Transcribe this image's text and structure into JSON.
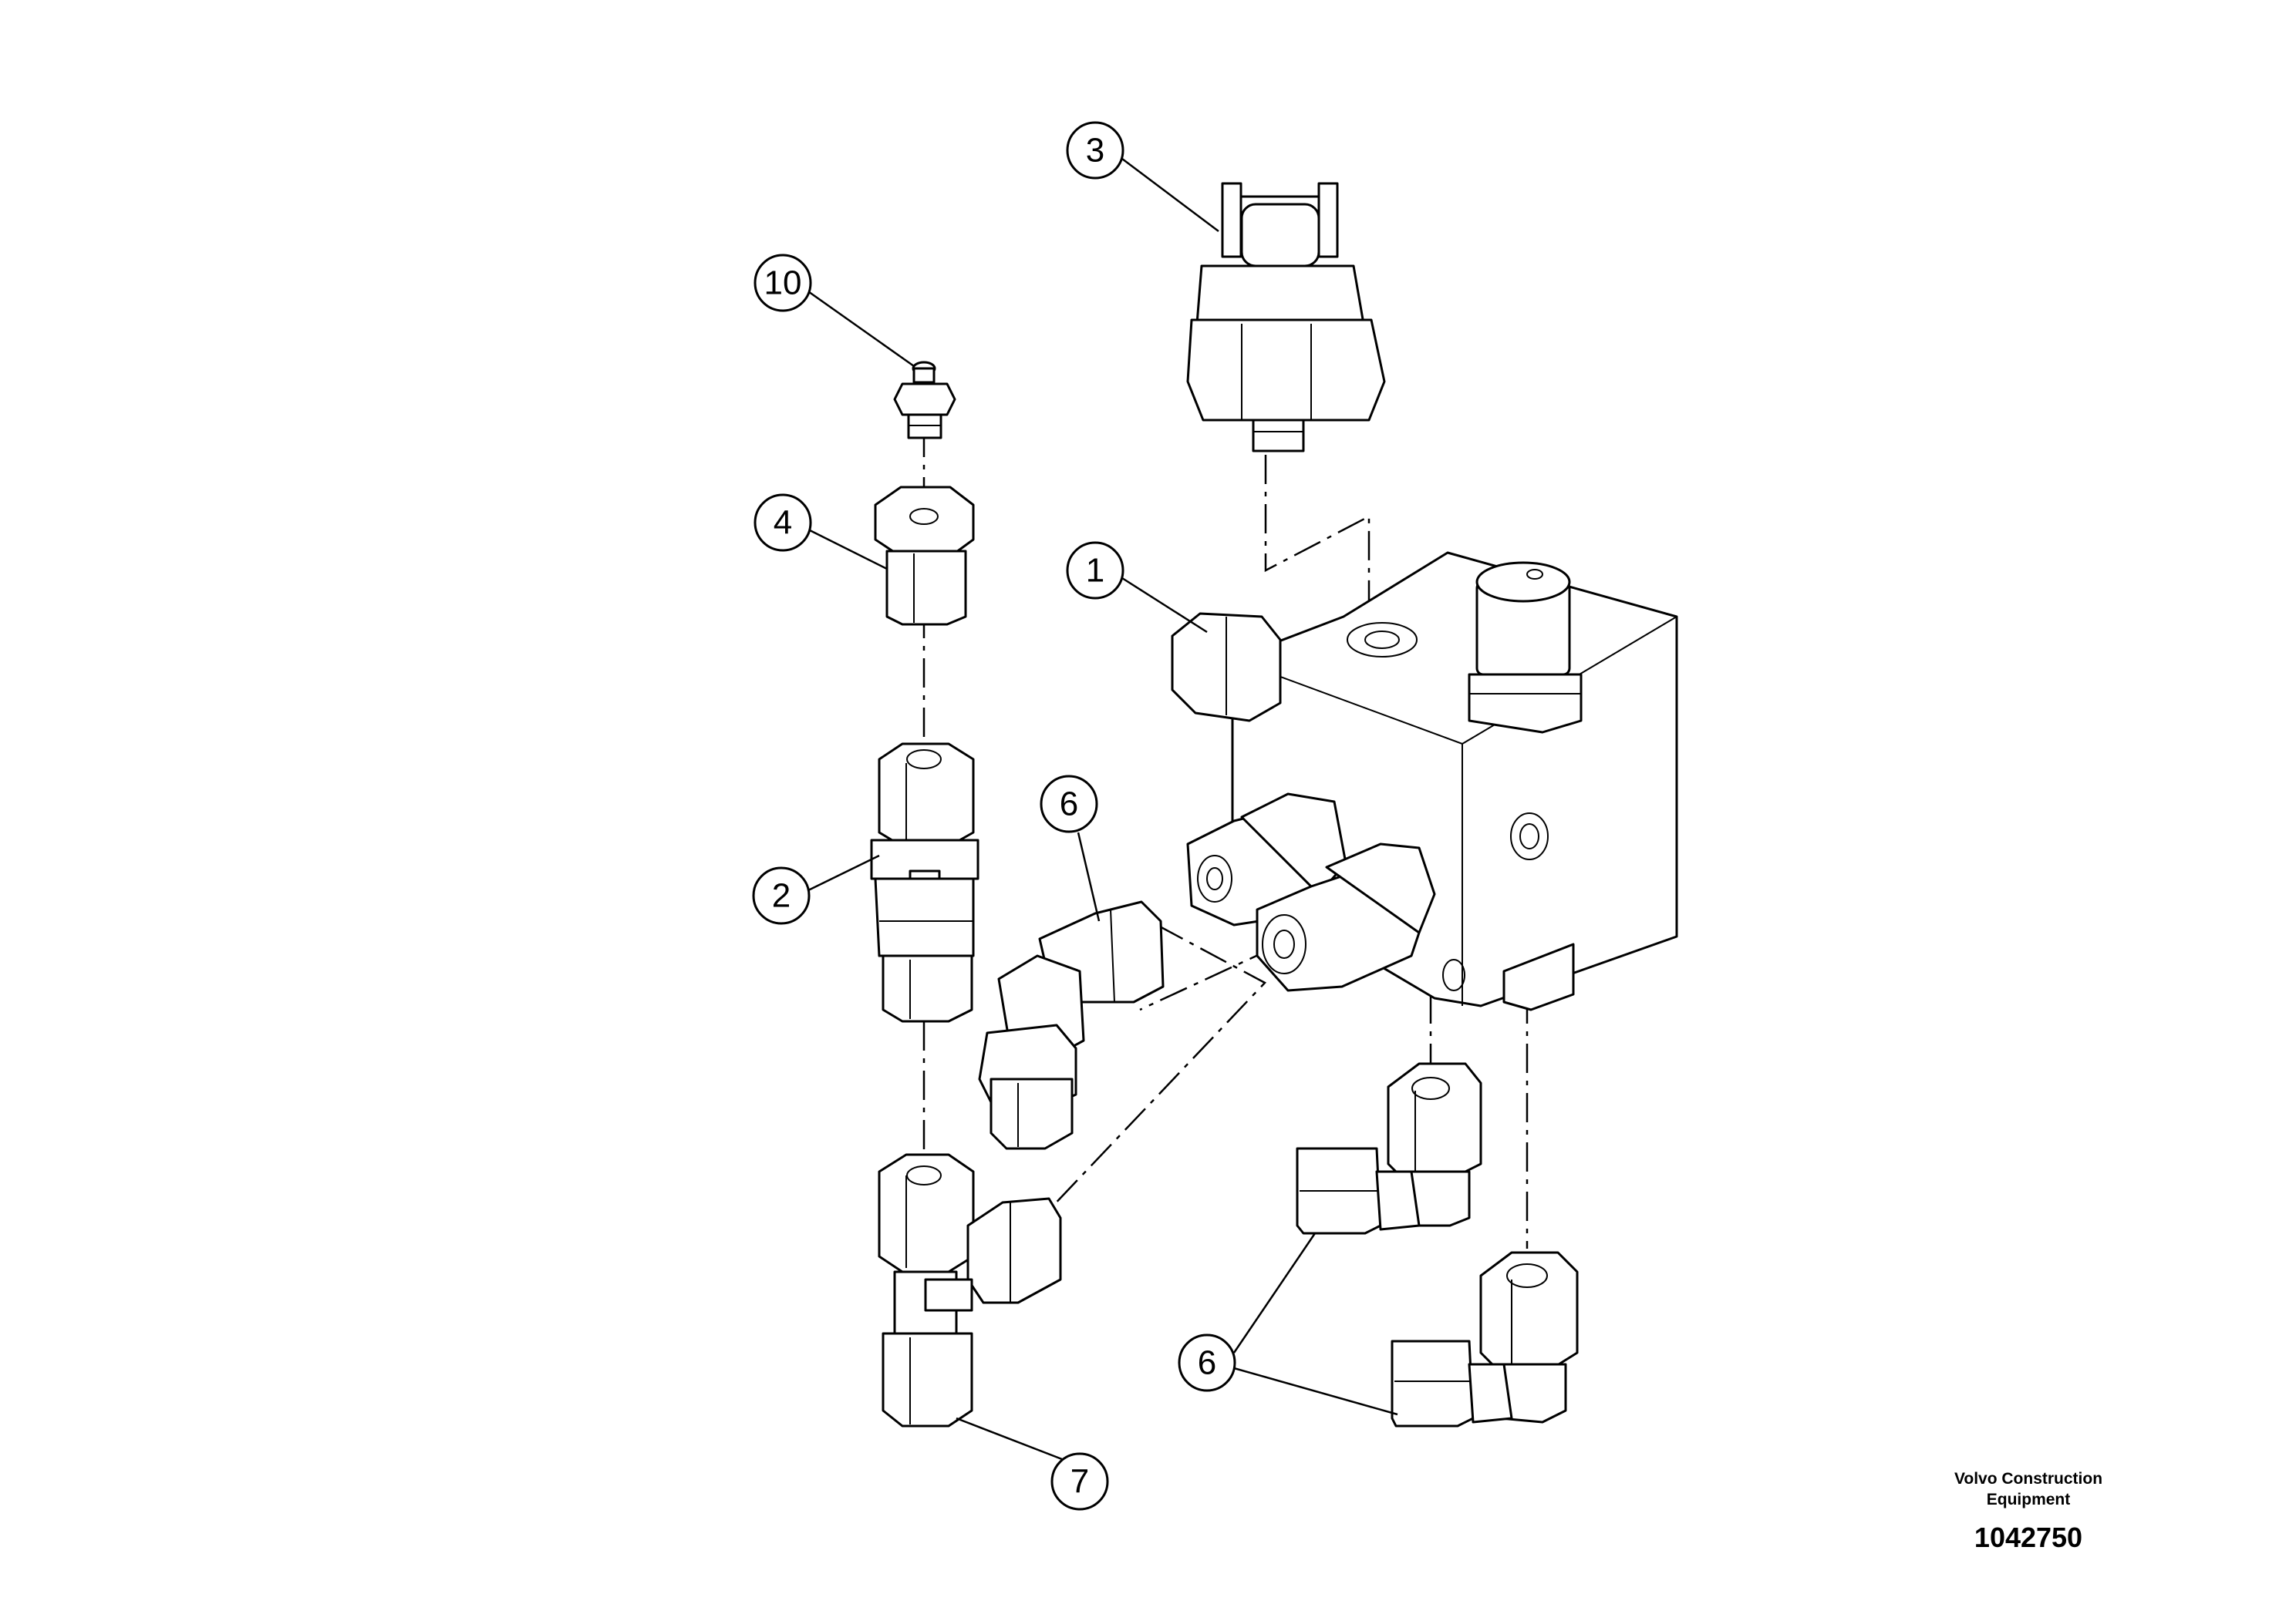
{
  "diagram": {
    "callouts": [
      {
        "id": "callout-1",
        "label": "1"
      },
      {
        "id": "callout-2",
        "label": "2"
      },
      {
        "id": "callout-3",
        "label": "3"
      },
      {
        "id": "callout-4",
        "label": "4"
      },
      {
        "id": "callout-6a",
        "label": "6"
      },
      {
        "id": "callout-6b",
        "label": "6"
      },
      {
        "id": "callout-7",
        "label": "7"
      },
      {
        "id": "callout-10",
        "label": "10"
      }
    ]
  },
  "footer": {
    "company_line1": "Volvo Construction",
    "company_line2": "Equipment",
    "document_number": "1042750"
  }
}
